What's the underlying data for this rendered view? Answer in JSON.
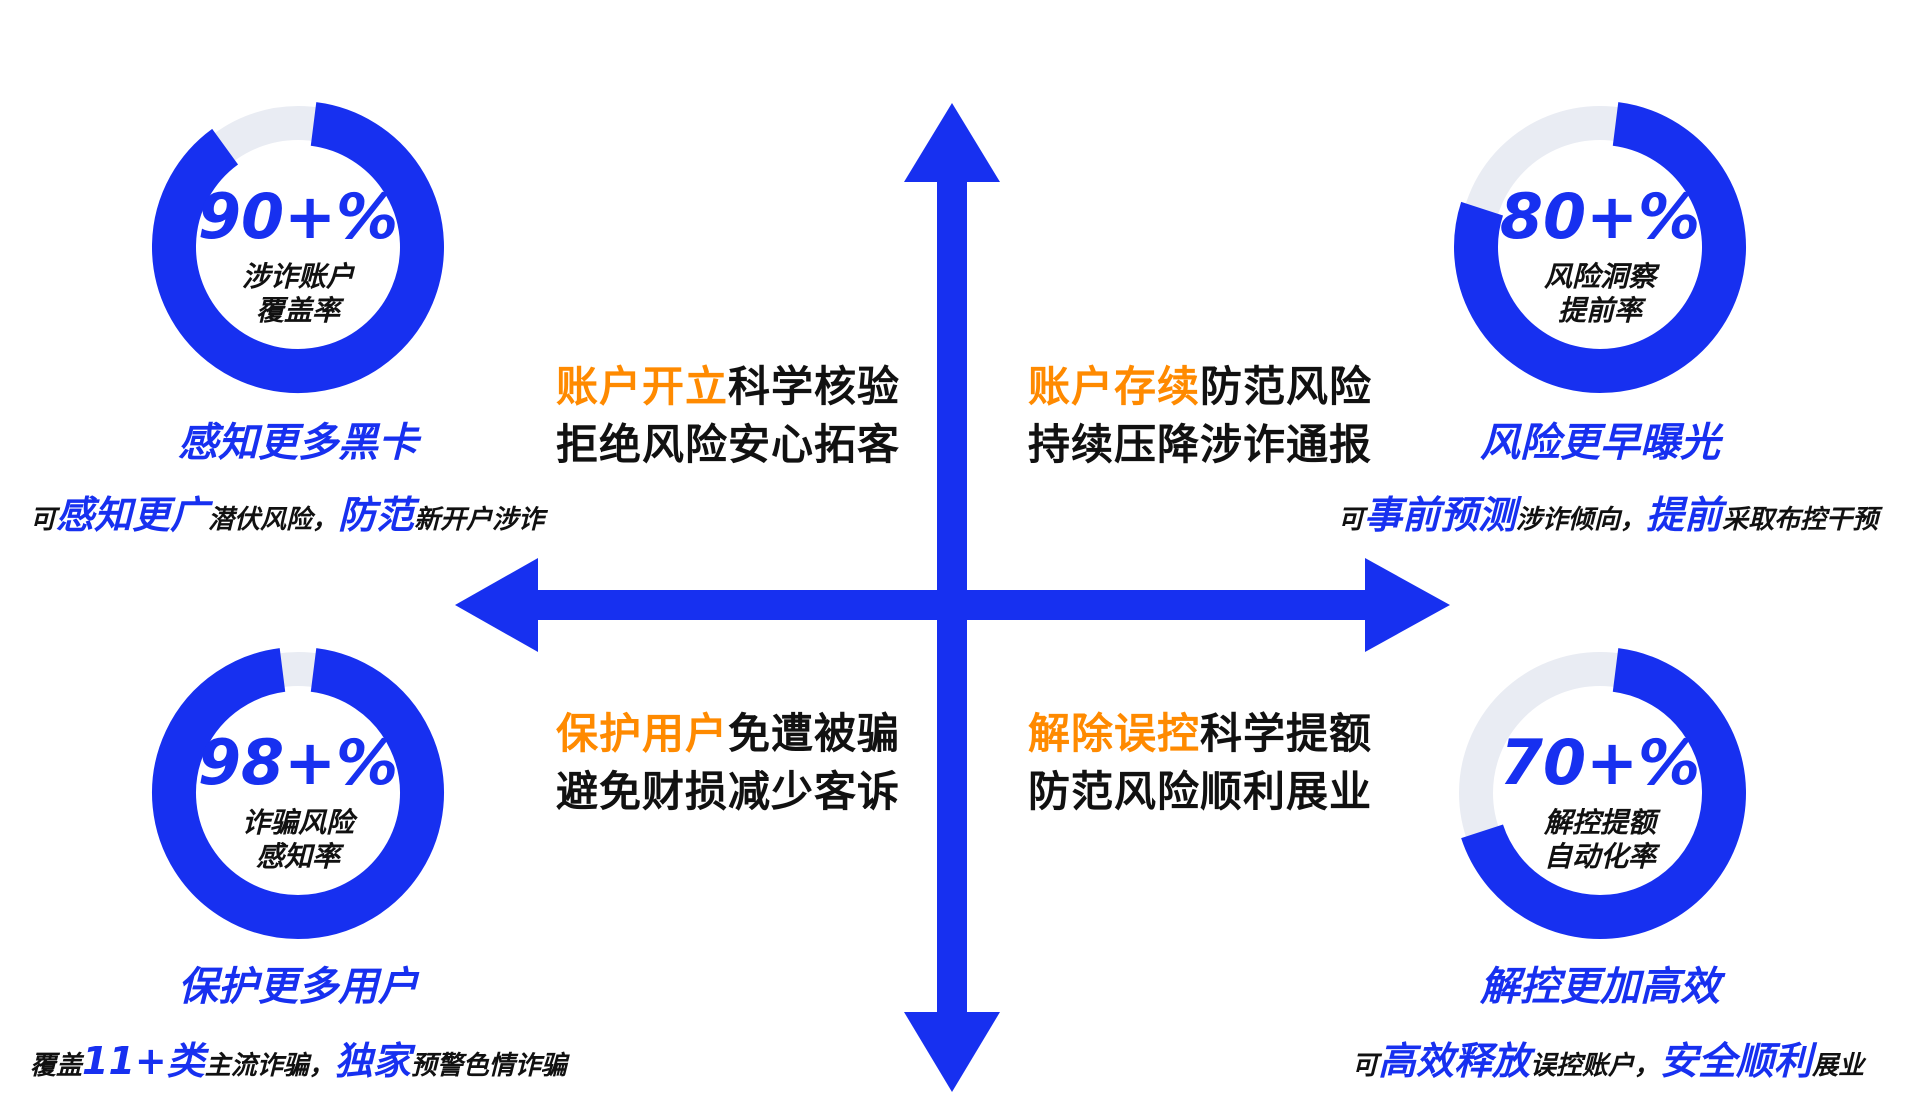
{
  "colors": {
    "accent_blue": "#1730f0",
    "highlight_orange": "#ff8a00",
    "track_gray": "#e9ecf3",
    "text_dark": "#111111"
  },
  "quadrants": {
    "top_left": {
      "line1_highlight": "账户开立",
      "line1_rest": "科学核验",
      "line2": "拒绝风险安心拓客"
    },
    "top_right": {
      "line1_highlight": "账户存续",
      "line1_rest": "防范风险",
      "line2": "持续压降涉诈通报"
    },
    "bottom_left": {
      "line1_highlight": "保护用户",
      "line1_rest": "免遭被骗",
      "line2": "避免财损减少客诉"
    },
    "bottom_right": {
      "line1_highlight": "解除误控",
      "line1_rest": "科学提额",
      "line2": "防范风险顺利展业"
    }
  },
  "cards": {
    "top_left": {
      "value": "90+%",
      "fraction": 0.9,
      "label_line1": "涉诈账户",
      "label_line2": "覆盖率",
      "title": "感知更多黑卡",
      "desc": [
        {
          "t": "可",
          "big": false
        },
        {
          "t": "感知更广",
          "big": true
        },
        {
          "t": "潜伏风险，",
          "big": false
        },
        {
          "t": "防范",
          "big": true
        },
        {
          "t": "新开户涉诈",
          "big": false
        }
      ]
    },
    "top_right": {
      "value": "80+%",
      "fraction": 0.8,
      "label_line1": "风险洞察",
      "label_line2": "提前率",
      "title": "风险更早曝光",
      "desc": [
        {
          "t": "可",
          "big": false
        },
        {
          "t": "事前预测",
          "big": true
        },
        {
          "t": "涉诈倾向，",
          "big": false
        },
        {
          "t": "提前",
          "big": true
        },
        {
          "t": "采取布控干预",
          "big": false
        }
      ]
    },
    "bottom_left": {
      "value": "98+%",
      "fraction": 0.98,
      "label_line1": "诈骗风险",
      "label_line2": "感知率",
      "title": "保护更多用户",
      "desc": [
        {
          "t": "覆盖",
          "big": false
        },
        {
          "t": "11+类",
          "big": true
        },
        {
          "t": "主流诈骗，",
          "big": false
        },
        {
          "t": "独家",
          "big": true
        },
        {
          "t": "预警色情诈骗",
          "big": false
        }
      ]
    },
    "bottom_right": {
      "value": "70+%",
      "fraction": 0.7,
      "label_line1": "解控提额",
      "label_line2": "自动化率",
      "title": "解控更加高效",
      "desc": [
        {
          "t": "可",
          "big": false
        },
        {
          "t": "高效释放",
          "big": true
        },
        {
          "t": "误控账户，",
          "big": false
        },
        {
          "t": "安全顺利",
          "big": true
        },
        {
          "t": "展业",
          "big": false
        }
      ]
    }
  }
}
